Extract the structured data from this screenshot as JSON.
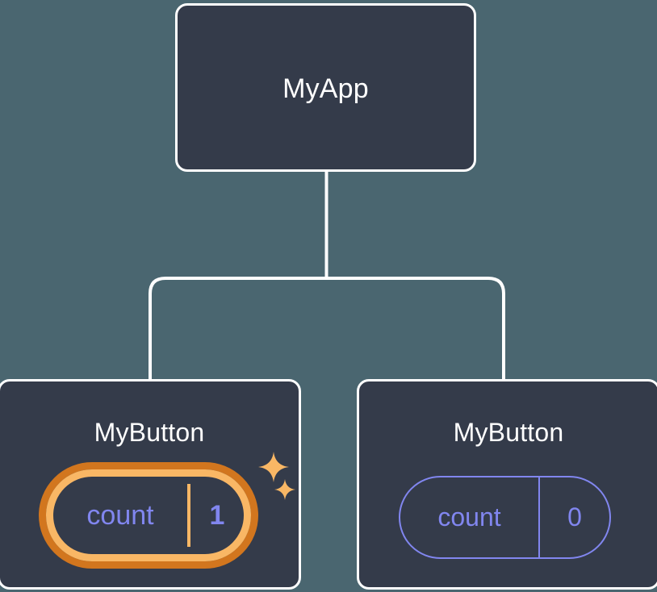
{
  "diagram": {
    "type": "component-tree",
    "background_color": "#4a6670",
    "node_fill_color": "#343b4a",
    "node_border_color": "#ffffff",
    "connector_color": "#ffffff",
    "accent_highlight_color": "#f9b765",
    "accent_highlight_outer_color": "#d2761e",
    "state_text_color": "#8186ef"
  },
  "root": {
    "label": "MyApp"
  },
  "children": [
    {
      "label": "MyButton",
      "highlighted": true,
      "state": {
        "key": "count",
        "value": "1"
      },
      "sparkles": [
        {
          "name": "sparkle-large"
        },
        {
          "name": "sparkle-small"
        }
      ]
    },
    {
      "label": "MyButton",
      "highlighted": false,
      "state": {
        "key": "count",
        "value": "0"
      }
    }
  ]
}
